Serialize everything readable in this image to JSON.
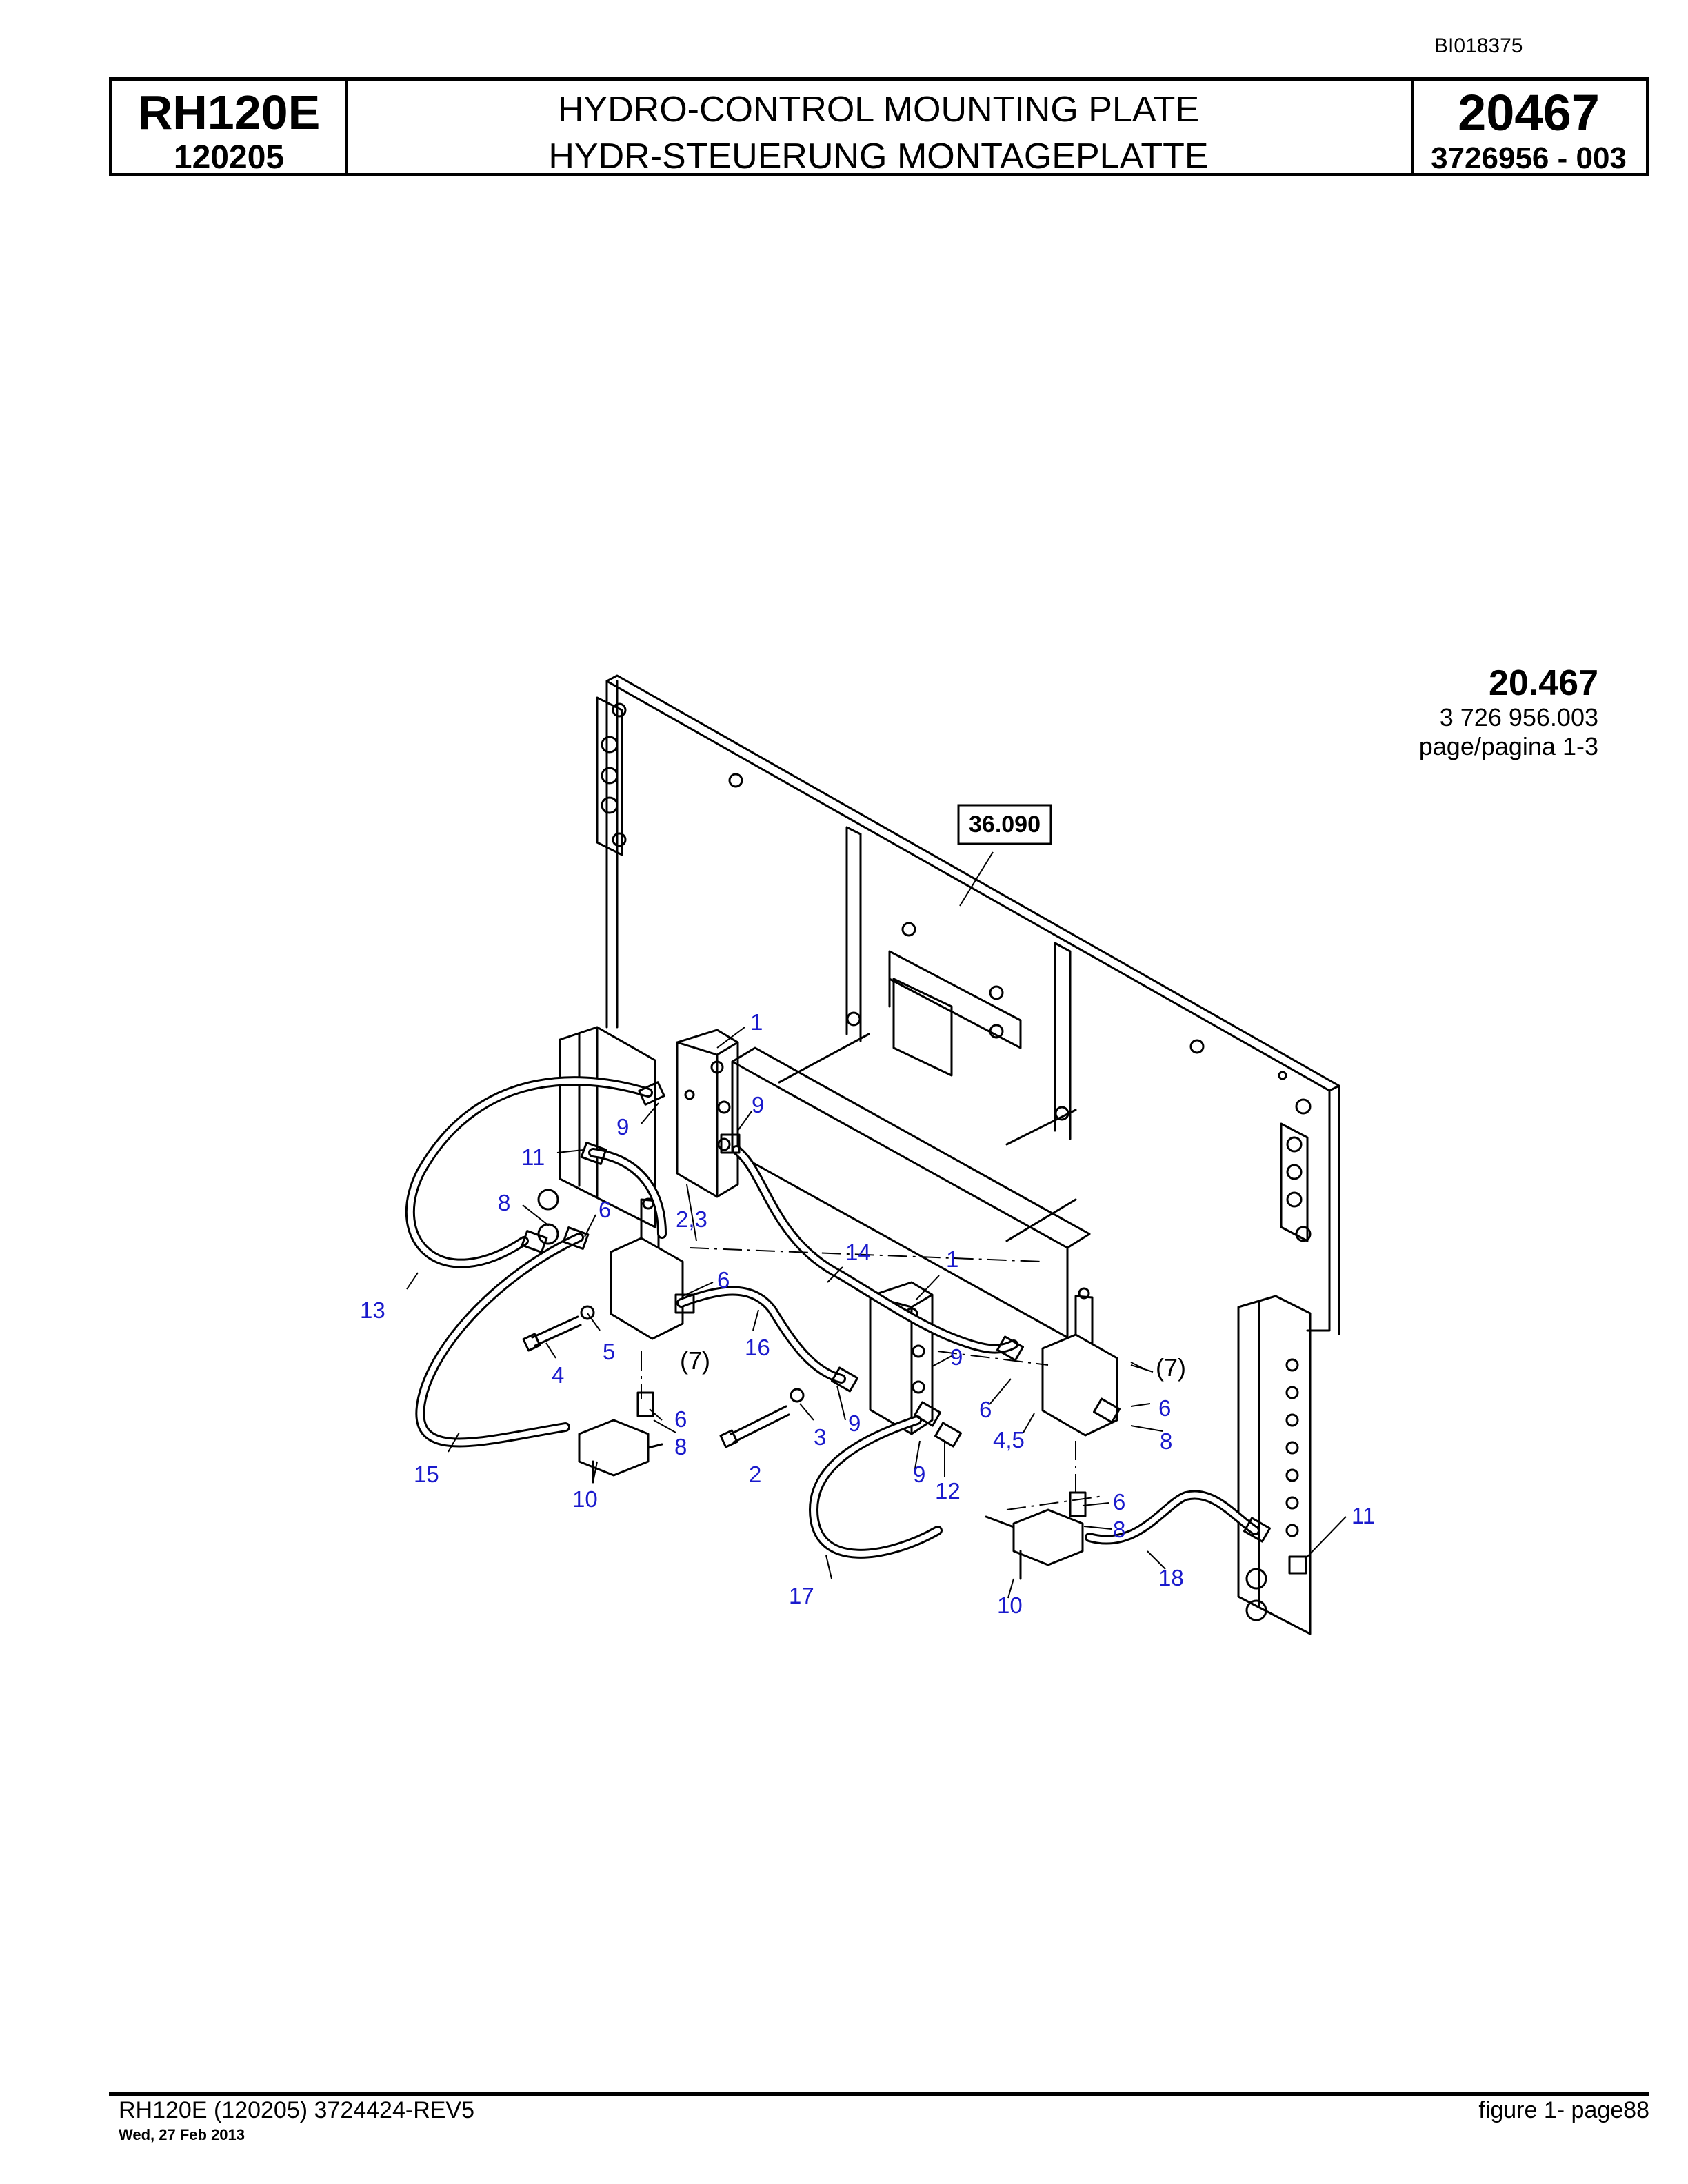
{
  "document_id": "BI018375",
  "header": {
    "model": "RH120E",
    "serial": "120205",
    "title_en": "HYDRO-CONTROL MOUNTING PLATE",
    "title_de": "HYDR-STEUERUNG MONTAGEPLATTE",
    "group_number": "20467",
    "part_number": "3726956  - 003"
  },
  "figure_reference": {
    "group": "20.467",
    "part": "3 726 956.003",
    "page": "page/pagina 1-3"
  },
  "cross_reference_box": "36.090",
  "callouts": {
    "c1a": "1",
    "c9a": "9",
    "c9b": "9",
    "c11a": "11",
    "c8a": "8",
    "c6a": "6",
    "c23": "2,3",
    "c13": "13",
    "c14": "14",
    "c1b": "1",
    "c6b": "6",
    "c5": "5",
    "c4": "4",
    "c16": "16",
    "c7a": "(7)",
    "c9c": "9",
    "c6c": "6",
    "c8b": "8",
    "c15": "15",
    "c10a": "10",
    "c3": "3",
    "c2": "2",
    "c9d": "9",
    "c6d": "6",
    "c45": "4,5",
    "c7b": "(7)",
    "c6e": "6",
    "c8c": "8",
    "c9e": "9",
    "c12": "12",
    "c6f": "6",
    "c8d": "8",
    "c17": "17",
    "c10b": "10",
    "c18": "18",
    "c11b": "11"
  },
  "footer": {
    "left": "RH120E (120205) 3724424-REV5",
    "date": "Wed, 27 Feb 2013",
    "right": "figure  1- page88"
  }
}
